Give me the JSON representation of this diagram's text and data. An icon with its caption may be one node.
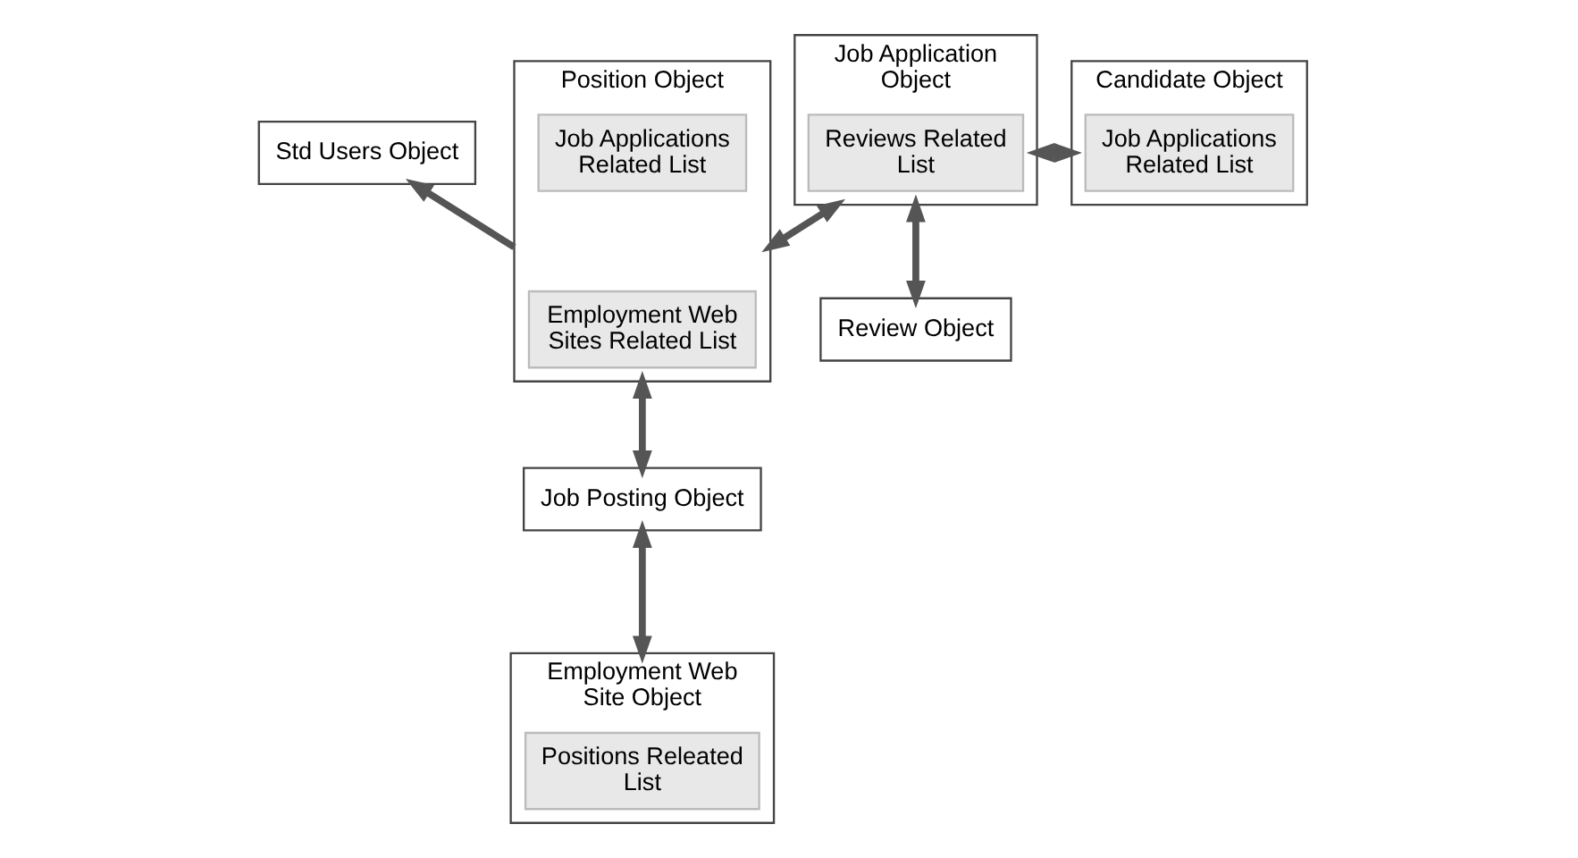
{
  "diagram": {
    "nodes": [
      {
        "text": [
          "Std Users Object"
        ]
      },
      {
        "text": [
          "Position Object"
        ]
      },
      {
        "text": [
          "Job Applications Related List"
        ],
        "in": 1
      },
      {
        "text": [
          "Employment Web Sites Related List"
        ],
        "in": 1
      },
      {
        "text": [
          "Job Application Object"
        ]
      },
      {
        "text": [
          "Reviews Related List"
        ],
        "in": 4
      },
      {
        "text": [
          "Candidate Object"
        ]
      },
      {
        "text": [
          "Job Applications Related List"
        ],
        "in": 6
      },
      {
        "text": [
          "Review Object"
        ]
      },
      {
        "text": [
          "Job Posting Object"
        ]
      },
      {
        "text": [
          "Employment Web Site Object"
        ]
      },
      {
        "text": [
          "Positions Releated List"
        ],
        "in": 10
      }
    ],
    "edges": [
      {
        "from": 1,
        "to": 0,
        "arrow": "to"
      },
      {
        "from": 1,
        "to": 4,
        "arrow": "both"
      },
      {
        "from": 4,
        "to": 6,
        "arrow": "both"
      },
      {
        "from": 4,
        "to": 8,
        "arrow": "both"
      },
      {
        "from": 1,
        "to": 9,
        "arrow": "both"
      },
      {
        "from": 9,
        "to": 10,
        "arrow": "both"
      }
    ]
  }
}
